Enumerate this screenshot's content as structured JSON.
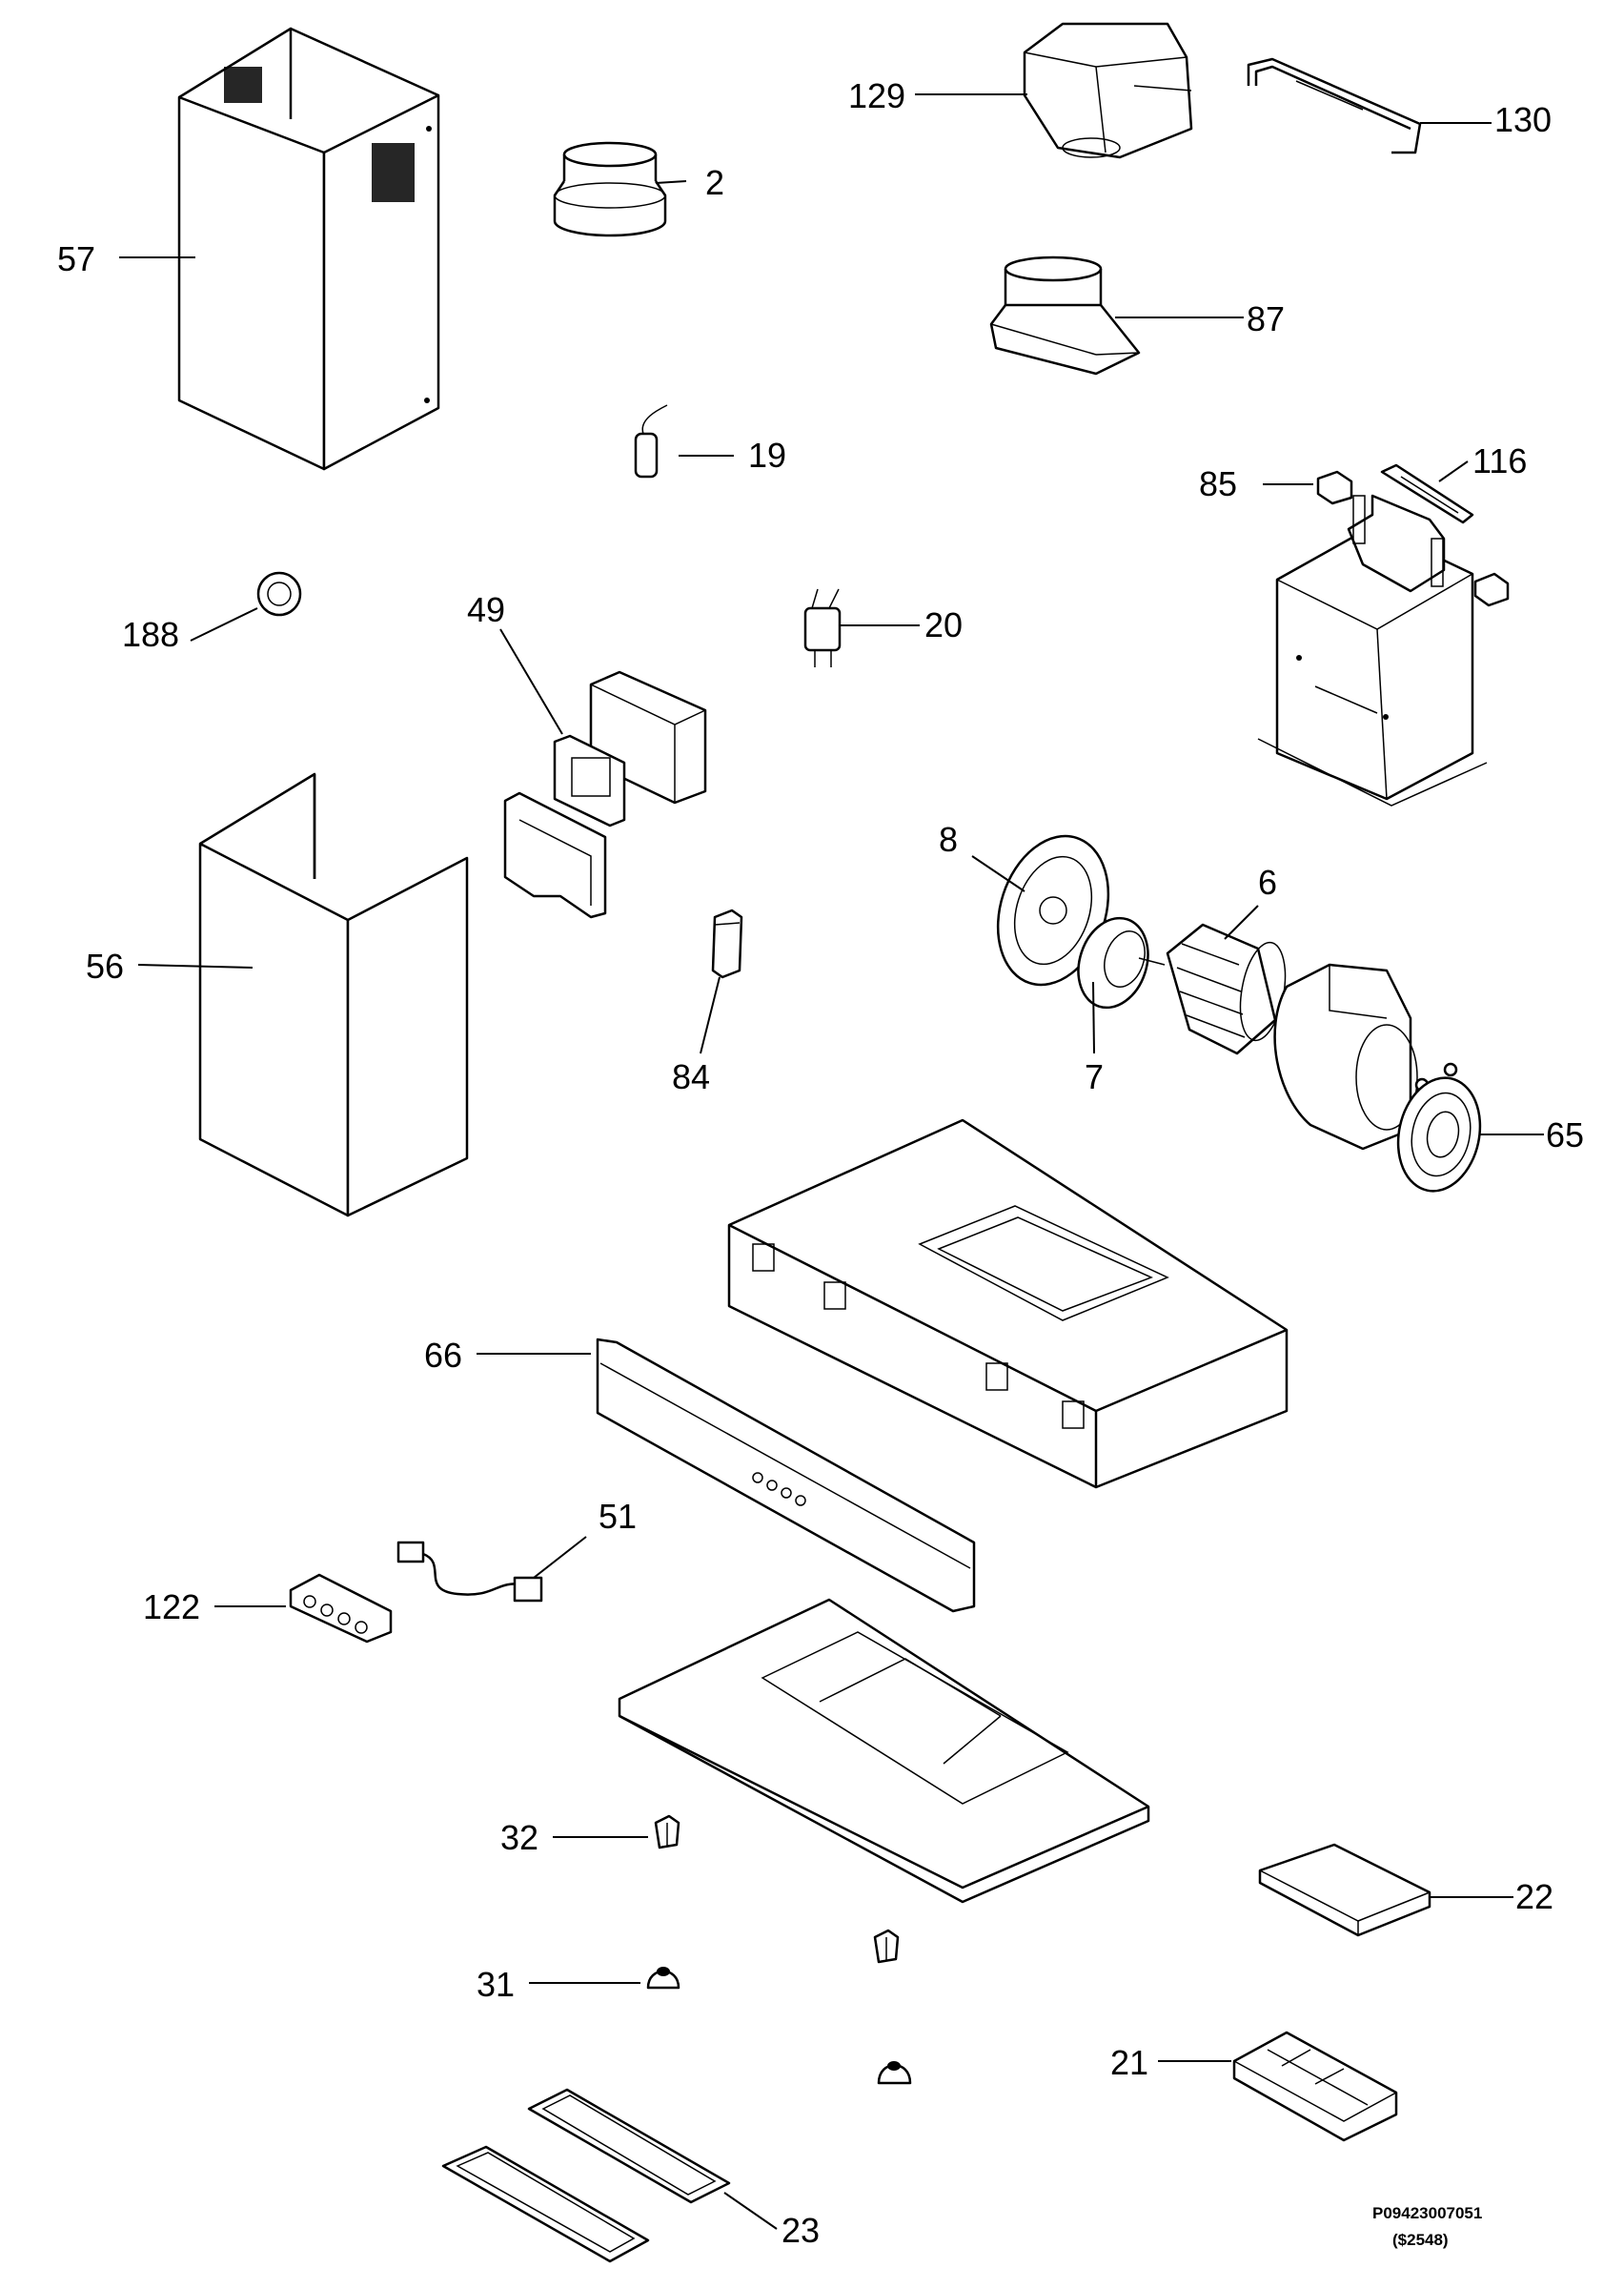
{
  "labels": {
    "p2": "2",
    "p6": "6",
    "p7": "7",
    "p8": "8",
    "p19": "19",
    "p20": "20",
    "p21": "21",
    "p22": "22",
    "p23": "23",
    "p31": "31",
    "p32": "32",
    "p49": "49",
    "p51": "51",
    "p56": "56",
    "p57": "57",
    "p65": "65",
    "p66": "66",
    "p84": "84",
    "p85": "85",
    "p87": "87",
    "p116": "116",
    "p122": "122",
    "p129": "129",
    "p130": "130",
    "p188": "188"
  },
  "footer": {
    "code": "P09423007051",
    "price_code": "($2548)"
  }
}
